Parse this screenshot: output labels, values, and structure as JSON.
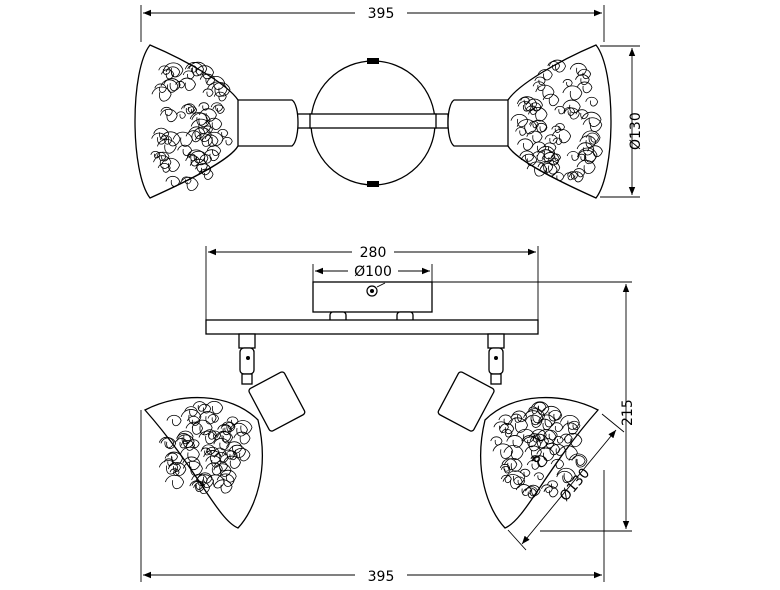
{
  "dimensions": {
    "top_width": "395",
    "top_height": "Ø130",
    "bar_length": "280",
    "canopy_diameter": "Ø100",
    "total_height": "215",
    "shade_diameter": "Ø130",
    "bottom_width": "395"
  }
}
